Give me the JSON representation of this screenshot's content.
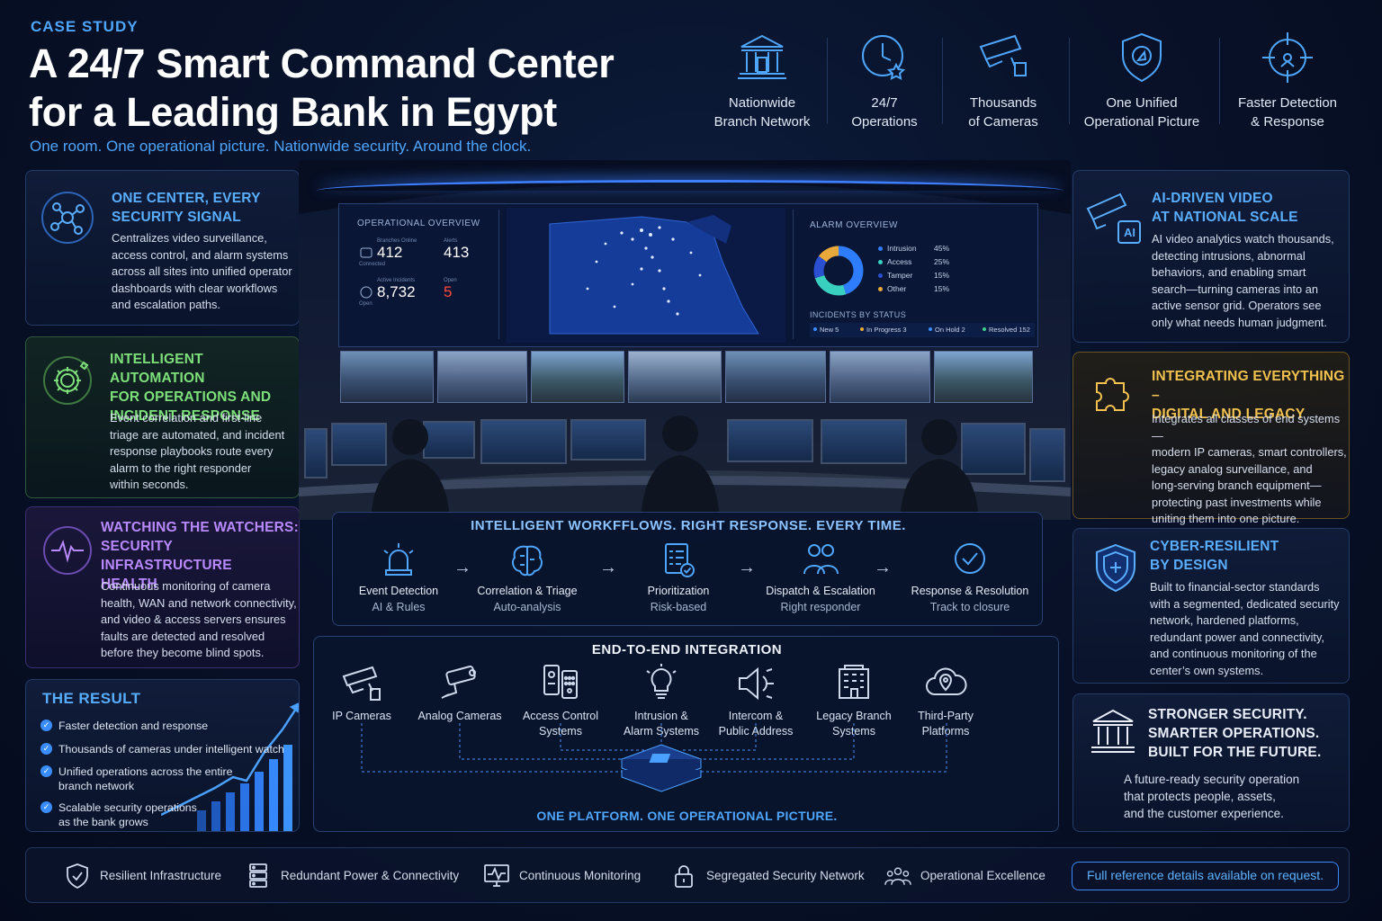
{
  "header": {
    "eyebrow": "CASE STUDY",
    "title_line1": "A 24/7 Smart Command Center",
    "title_line2": "for a Leading Bank in Egypt",
    "subtitle": "One room. One operational picture. Nationwide security. Around the clock."
  },
  "features": [
    {
      "icon": "bank-building-icon",
      "line1": "Nationwide",
      "line2": "Branch Network"
    },
    {
      "icon": "clock-star-icon",
      "line1": "24/7",
      "line2": "Operations"
    },
    {
      "icon": "security-camera-icon",
      "line1": "Thousands",
      "line2": "of Cameras"
    },
    {
      "icon": "shield-compass-icon",
      "line1": "One Unified",
      "line2": "Operational Picture"
    },
    {
      "icon": "crosshair-icon",
      "line1": "Faster Detection",
      "line2": "& Response"
    }
  ],
  "left_cards": [
    {
      "title": "ONE CENTER, EVERY\nSECURITY SIGNAL",
      "body": "Centralizes video surveillance,\naccess control, and alarm systems\nacross all sites into unified operator\ndashboards with clear workflows\nand escalation paths.",
      "icon": "network-hub-icon",
      "color": "#5aaeff"
    },
    {
      "title": "INTELLIGENT AUTOMATION\nFOR OPERATIONS AND\nINCIDENT RESPONSE",
      "body": "Event correlation and first-line\ntriage are automated, and incident\nresponse playbooks route every\nalarm to the right responder\nwithin seconds.",
      "icon": "gear-automation-icon",
      "color": "#7ee07a"
    },
    {
      "title": "WATCHING THE WATCHERS:\nSECURITY INFRASTRUCTURE\nHEALTH",
      "body": "Continuous monitoring of camera\nhealth, WAN and network connectivity,\nand video & access servers ensures\nfaults are detected and resolved\nbefore they become blind spots.",
      "icon": "heartbeat-icon",
      "color": "#b98aff"
    }
  ],
  "right_cards": [
    {
      "title": "AI-DRIVEN VIDEO\nAT NATIONAL SCALE",
      "body": "AI video analytics watch thousands,\ndetecting intrusions, abnormal\nbehaviors, and enabling smart\nsearch—turning cameras into an\nactive sensor grid. Operators see\nonly what needs human judgment.",
      "icon": "ai-camera-icon",
      "icon_badge": "AI",
      "color": "#5aaeff"
    },
    {
      "title": "INTEGRATING EVERYTHING –\nDIGITAL AND LEGACY",
      "body": "Integrates all classes of end systems—\nmodern IP cameras, smart controllers,\nlegacy analog surveillance, and\nlong-serving branch equipment—\nprotecting past investments while\nuniting them into one picture.",
      "icon": "puzzle-icon",
      "color": "#f2c14e"
    },
    {
      "title": "CYBER-RESILIENT\nBY DESIGN",
      "body": "Built to financial-sector standards\nwith a segmented, dedicated security\nnetwork, hardened platforms,\nredundant power and connectivity,\nand continuous monitoring of the\ncenter’s own systems.",
      "icon": "shield-plus-icon",
      "color": "#5aaeff"
    },
    {
      "title": "STRONGER SECURITY.\nSMARTER OPERATIONS.\nBUILT FOR THE FUTURE.",
      "body": "A future-ready security operation\nthat protects people, assets,\nand the customer experience.",
      "icon": "bank-columns-icon",
      "color": "#e9eef8"
    }
  ],
  "dashboard": {
    "op_title": "OPERATIONAL OVERVIEW",
    "stats": [
      {
        "label": "Branches Online",
        "value": "412",
        "sub": "Connected"
      },
      {
        "label": "Alerts",
        "value": "413",
        "sub": ""
      },
      {
        "label": "Active Incidents",
        "value": "8,732",
        "sub": "Open"
      },
      {
        "label": "Open",
        "value": "5",
        "sub": "",
        "color": "#ff4a3a"
      }
    ],
    "alarm_title": "ALARM OVERVIEW",
    "alarms": [
      {
        "name": "Intrusion",
        "pct": "45%",
        "value": 45,
        "color": "#2f7dff"
      },
      {
        "name": "Access",
        "pct": "25%",
        "value": 25,
        "color": "#3ad0c0"
      },
      {
        "name": "Tamper",
        "pct": "15%",
        "value": 15,
        "color": "#2a4fd0"
      },
      {
        "name": "Other",
        "pct": "15%",
        "value": 15,
        "color": "#e9a93a"
      }
    ],
    "status_title": "INCIDENTS BY STATUS",
    "statuses": [
      {
        "name": "New",
        "count": "5",
        "color": "#3a8dff"
      },
      {
        "name": "In Progress",
        "count": "3",
        "color": "#e9a93a"
      },
      {
        "name": "On Hold",
        "count": "2",
        "color": "#3a8dff"
      },
      {
        "name": "Resolved",
        "count": "152",
        "color": "#3ad08a"
      }
    ]
  },
  "workflow": {
    "title": "INTELLIGENT WORKFFLOWS. RIGHT RESPONSE. EVERY TIME.",
    "steps": [
      {
        "icon": "siren-icon",
        "l1": "Event Detection",
        "l2": "AI & Rules"
      },
      {
        "icon": "brain-icon",
        "l1": "Correlation & Triage",
        "l2": "Auto-analysis"
      },
      {
        "icon": "checklist-icon",
        "l1": "Prioritization",
        "l2": "Risk-based"
      },
      {
        "icon": "people-icon",
        "l1": "Dispatch & Escalation",
        "l2": "Right responder"
      },
      {
        "icon": "check-circle-icon",
        "l1": "Response & Resolution",
        "l2": "Track to closure"
      }
    ],
    "arrow": "→"
  },
  "integration": {
    "title": "END-TO-END INTEGRATION",
    "items": [
      {
        "icon": "ip-camera-icon",
        "label": "IP Cameras"
      },
      {
        "icon": "analog-camera-icon",
        "label": "Analog Cameras"
      },
      {
        "icon": "keypad-icon",
        "label": "Access Control\nSystems"
      },
      {
        "icon": "bulb-icon",
        "label": "Intrusion &\nAlarm Systems"
      },
      {
        "icon": "speaker-icon",
        "label": "Intercom &\nPublic Address"
      },
      {
        "icon": "branch-building-icon",
        "label": "Legacy Branch\nSystems"
      },
      {
        "icon": "cloud-pin-icon",
        "label": "Third-Party\nPlatforms"
      }
    ],
    "footer": "ONE PLATFORM. ONE OPERATIONAL PICTURE."
  },
  "result": {
    "title": "THE RESULT",
    "items": [
      "Faster detection and response",
      "Thousands of cameras under intelligent watch",
      "Unified operations across the entire\nbranch network",
      "Scalable security operations\nas the bank grows"
    ],
    "check": "✓"
  },
  "footer": {
    "items": [
      {
        "icon": "shield-check-icon",
        "label": "Resilient Infrastructure"
      },
      {
        "icon": "server-rack-icon",
        "label": "Redundant Power & Connectivity"
      },
      {
        "icon": "monitor-pulse-icon",
        "label": "Continuous Monitoring"
      },
      {
        "icon": "padlock-icon",
        "label": "Segregated Security Network"
      },
      {
        "icon": "team-icon",
        "label": "Operational Excellence"
      }
    ],
    "cta": "Full reference details available on request."
  }
}
